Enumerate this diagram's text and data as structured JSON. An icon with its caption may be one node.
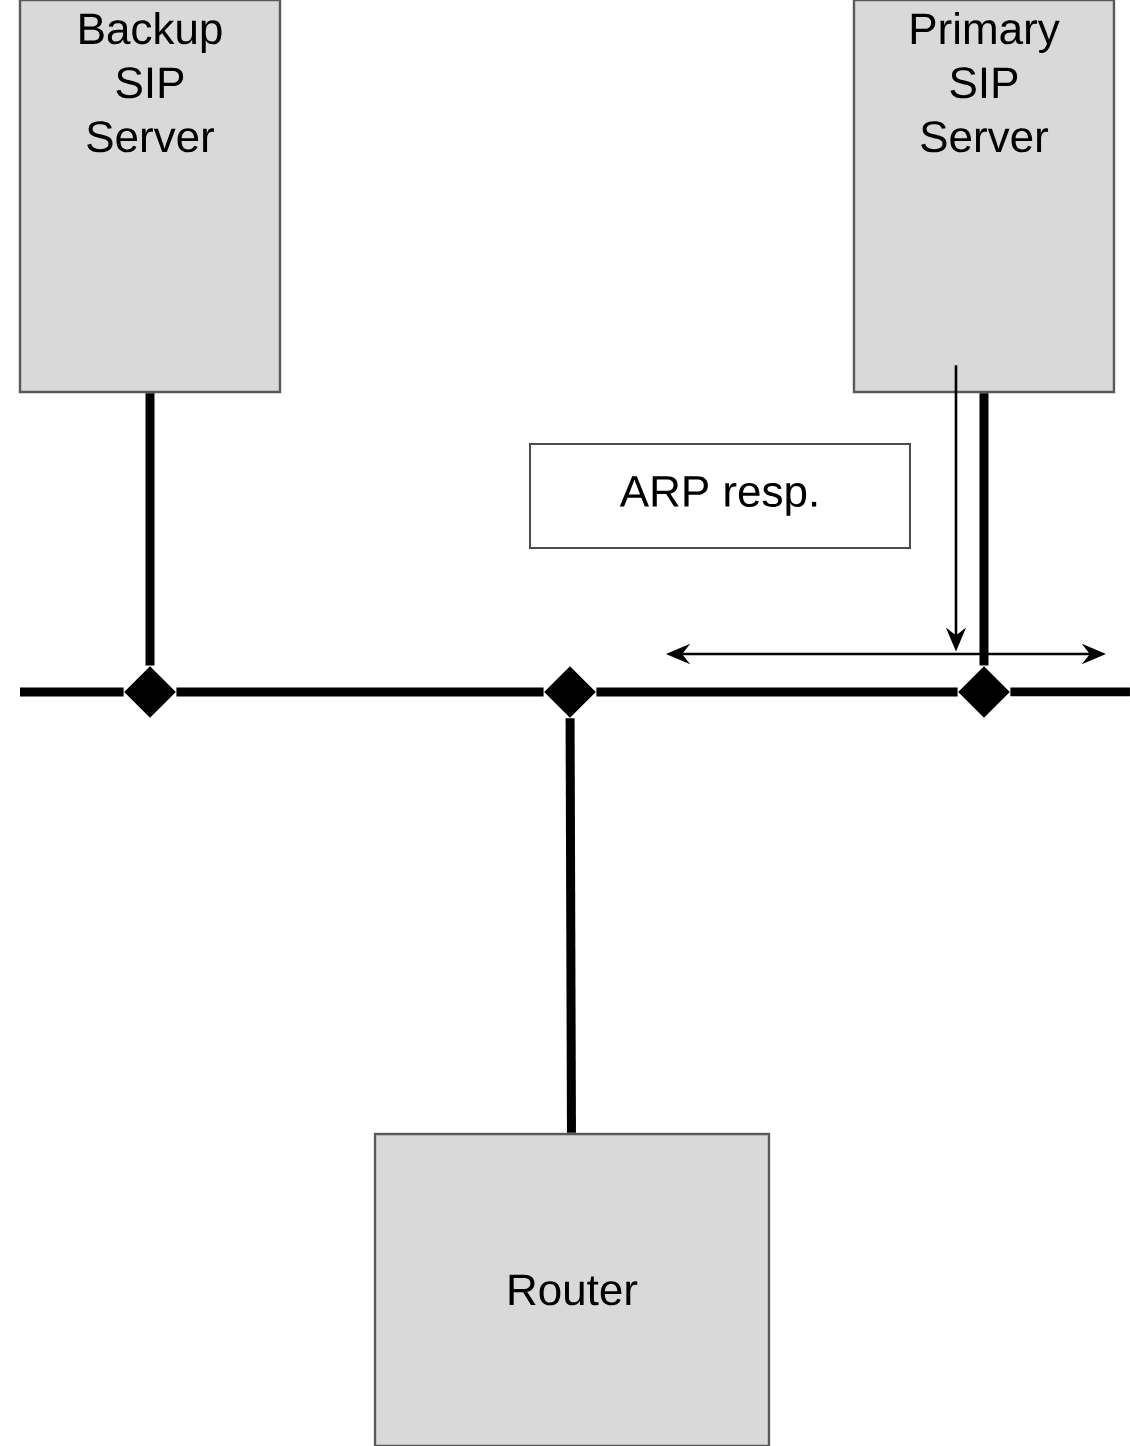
{
  "diagram": {
    "nodes": [
      {
        "text": [
          "Backup SIP Server"
        ]
      },
      {
        "text": [
          "Primary SIP Server"
        ]
      },
      {
        "text": [
          "Router"
        ]
      },
      {
        "text": [
          "ARP resp."
        ]
      },
      {
        "text": [],
        "shape": "diamond"
      },
      {
        "text": [],
        "shape": "diamond"
      },
      {
        "text": [],
        "shape": "diamond"
      }
    ],
    "edges": [
      {
        "from": 0,
        "to": 4,
        "arrow": "none"
      },
      {
        "from": 1,
        "to": 6,
        "arrow": "none"
      },
      {
        "from": 5,
        "to": 2,
        "arrow": "none"
      },
      {
        "from": 4,
        "to": 5,
        "arrow": "none"
      },
      {
        "from": 5,
        "to": 6,
        "arrow": "none"
      },
      {
        "from": 1,
        "to": 6,
        "arrow": "to"
      }
    ]
  }
}
